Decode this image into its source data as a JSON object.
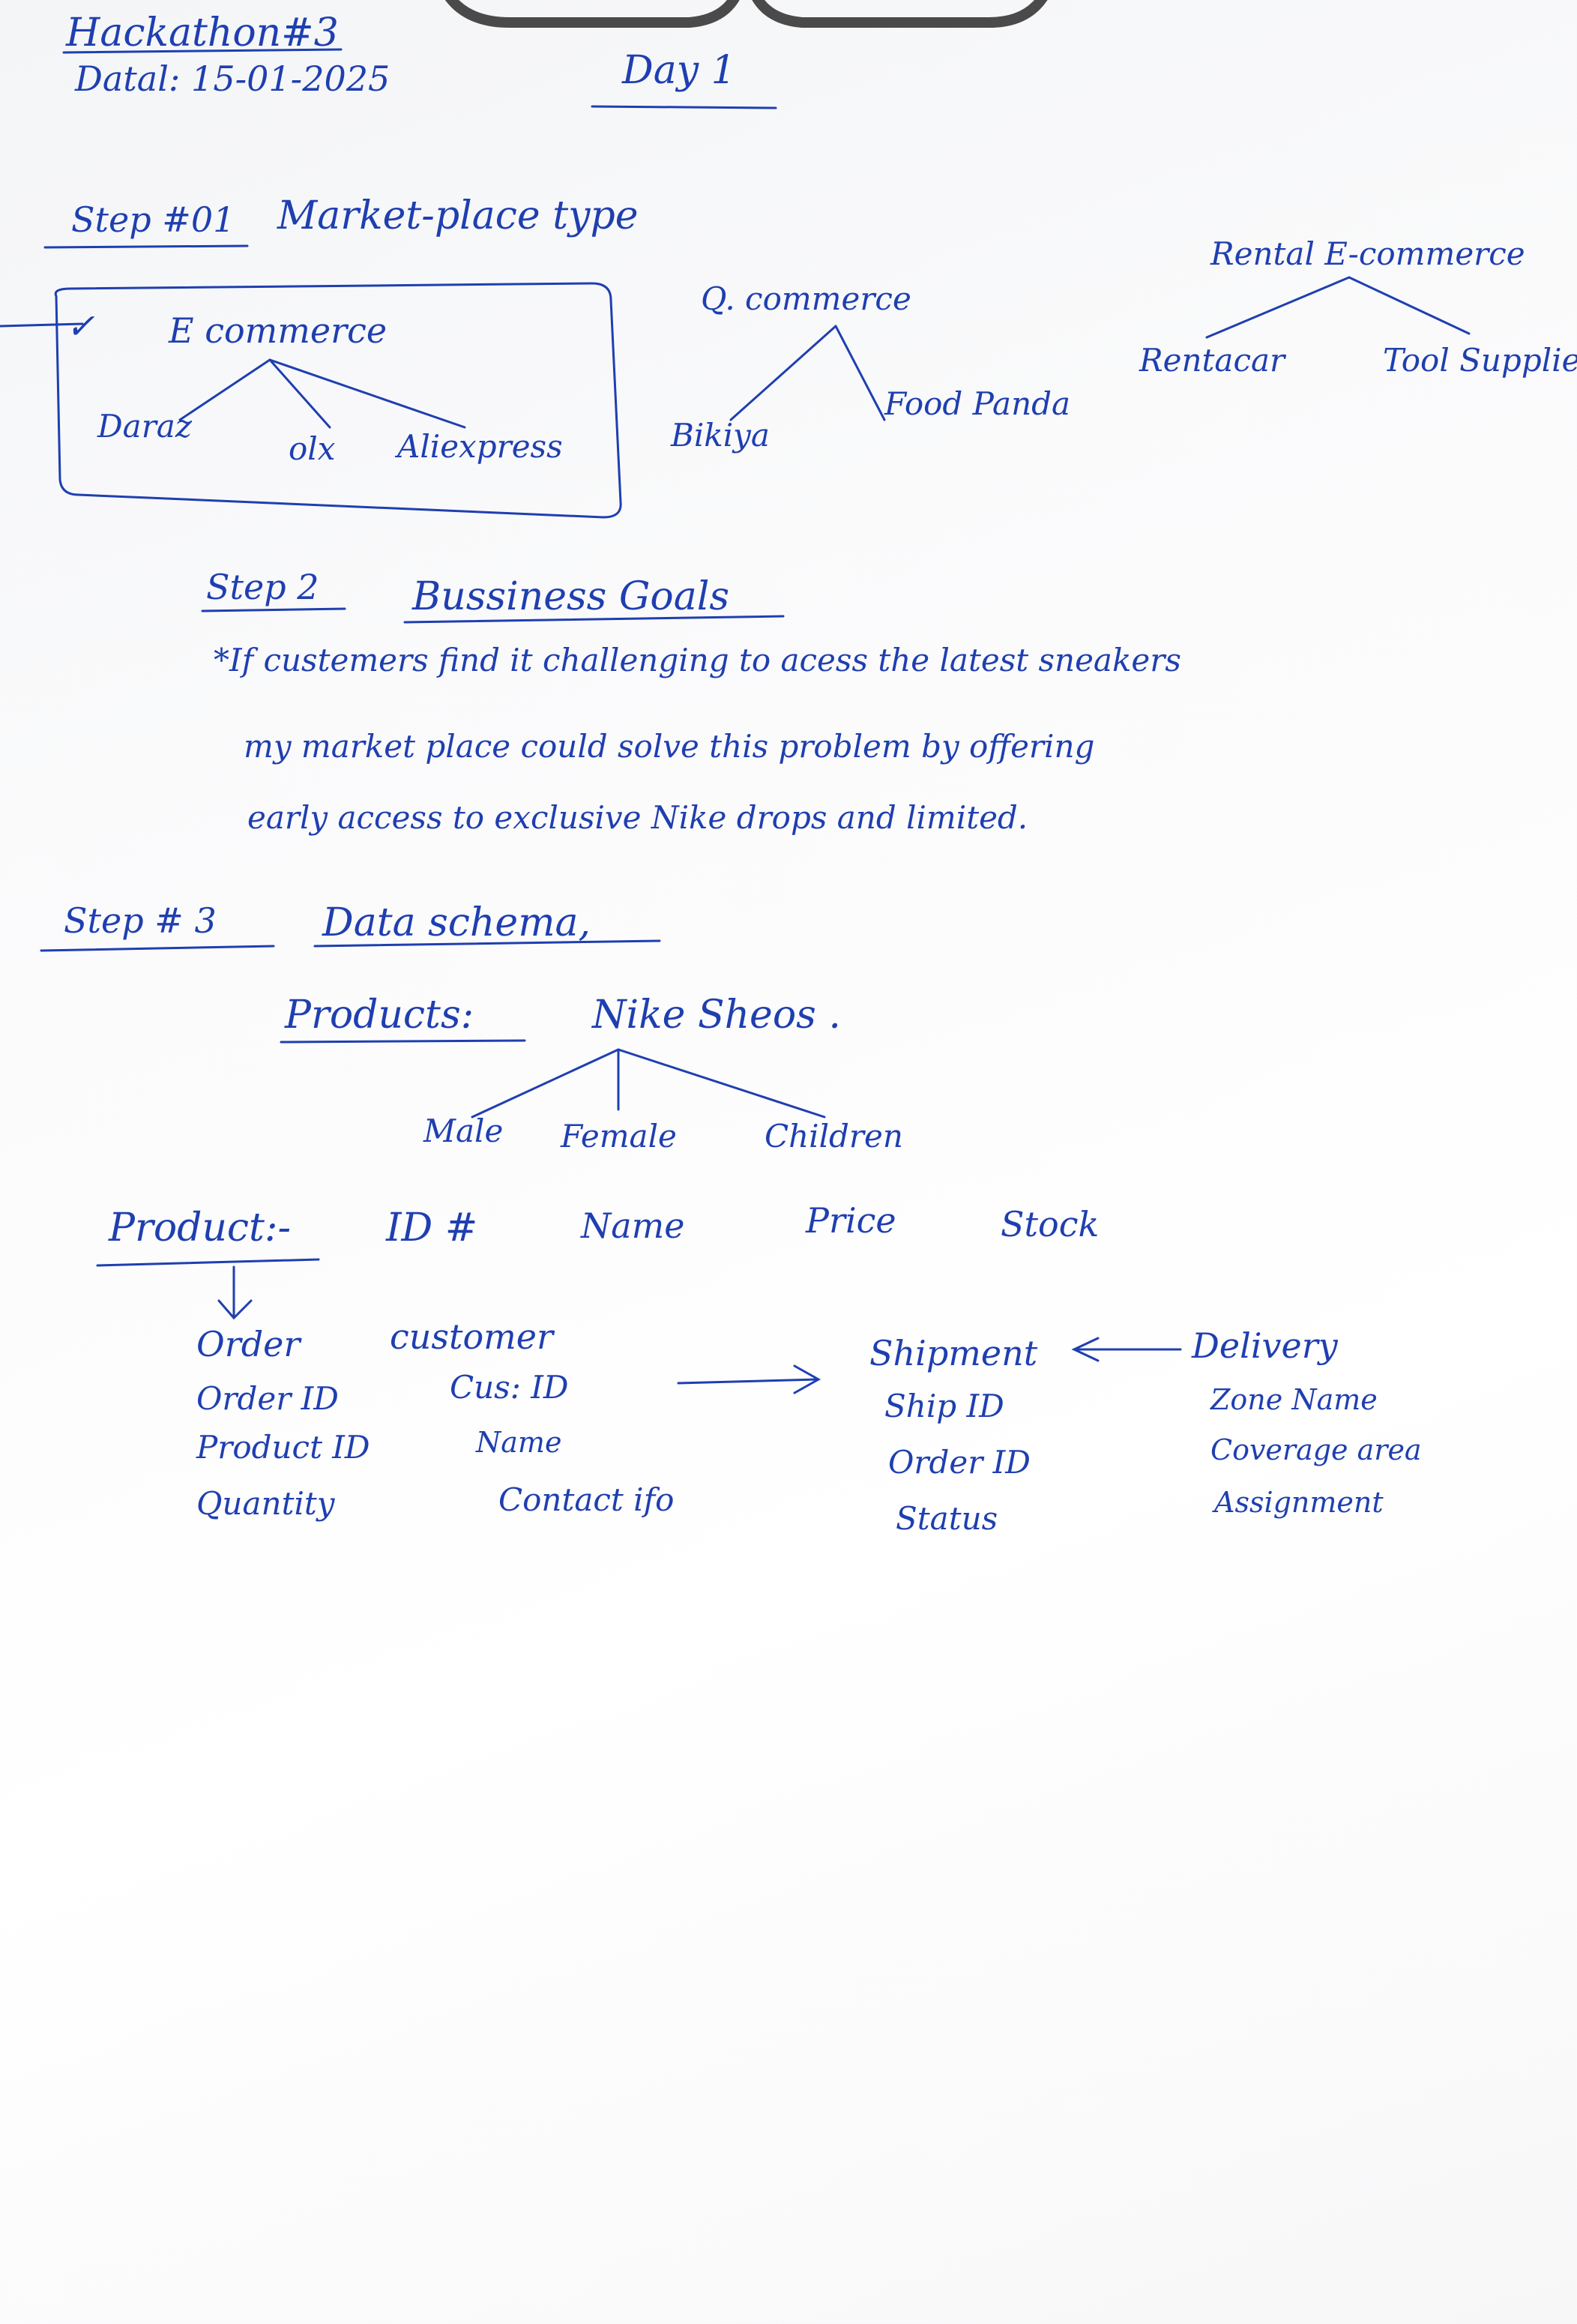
{
  "header": {
    "title": "Hackathon#3",
    "date": "Datal: 15-01-2025",
    "day": "Day 1"
  },
  "step1": {
    "label": "Step #01",
    "title": "Market-place type",
    "ecommerce": {
      "check": "✓",
      "title": "E commerce",
      "items": [
        "Daraz",
        "olx",
        "Aliexpress"
      ]
    },
    "qcommerce": {
      "title": "Q. commerce",
      "items": [
        "Bikiya",
        "Food Panda"
      ]
    },
    "rental": {
      "title": "Rental E-commerce",
      "items": [
        "Rentacar",
        "Tool Supplie"
      ]
    }
  },
  "step2": {
    "label": "Step 2",
    "title": "Bussiness Goals",
    "lines": [
      "*If custemers find it challenging to acess the latest sneakers",
      "my market place could solve this problem by offering",
      "early access to exclusive Nike drops and limited."
    ]
  },
  "step3": {
    "label": "Step # 3",
    "title": "Data schema,",
    "products_label": "Products:",
    "products_value": "Nike Sheos .",
    "categories": [
      "Male",
      "Female",
      "Children"
    ],
    "product_fields_label": "Product:-",
    "product_fields": [
      "ID #",
      "Name",
      "Price",
      "Stock"
    ],
    "order": {
      "title": "Order",
      "fields": [
        "Order ID",
        "Product ID",
        "Quantity"
      ]
    },
    "customer": {
      "title": "customer",
      "fields": [
        "Cus: ID",
        "Name",
        "Contact ifo"
      ]
    },
    "shipment": {
      "title": "Shipment",
      "fields": [
        "Ship ID",
        "Order ID",
        "Status"
      ]
    },
    "delivery": {
      "title": "Delivery",
      "fields": [
        "Zone Name",
        "Coverage area",
        "Assignment"
      ]
    }
  }
}
